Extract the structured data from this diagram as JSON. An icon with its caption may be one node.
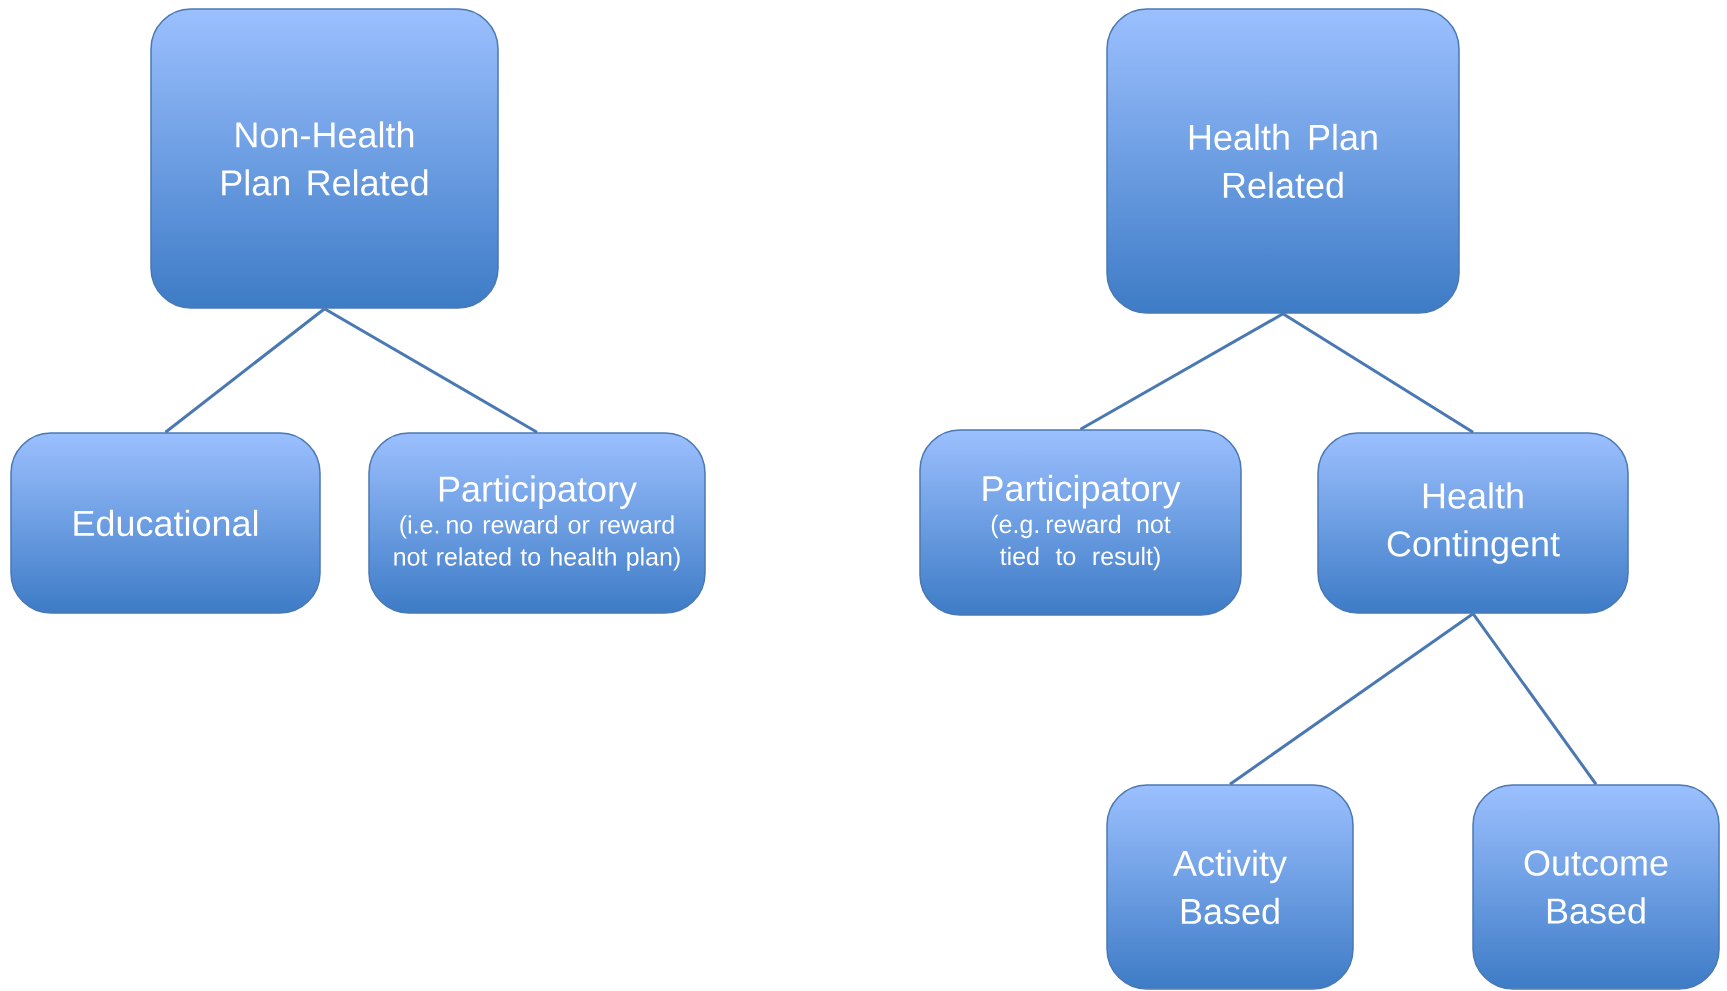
{
  "diagram": {
    "nodes": [
      {
        "text": [
          "Non-Health Plan Related"
        ]
      },
      {
        "text": [
          "Educational"
        ]
      },
      {
        "text": [
          "Participatory",
          "(i.e. no reward or reward not related to health plan)"
        ]
      },
      {
        "text": [
          "Health Plan Related"
        ]
      },
      {
        "text": [
          "Participatory",
          "(e.g. reward not tied to result)"
        ]
      },
      {
        "text": [
          "Health Contingent"
        ]
      },
      {
        "text": [
          "Activity Based"
        ]
      },
      {
        "text": [
          "Outcome Based"
        ]
      }
    ],
    "edges": [
      {
        "from": 0,
        "to": 1,
        "arrow": "none"
      },
      {
        "from": 0,
        "to": 2,
        "arrow": "none"
      },
      {
        "from": 3,
        "to": 4,
        "arrow": "none"
      },
      {
        "from": 3,
        "to": 5,
        "arrow": "none"
      },
      {
        "from": 5,
        "to": 6,
        "arrow": "none"
      },
      {
        "from": 5,
        "to": 7,
        "arrow": "none"
      }
    ]
  }
}
